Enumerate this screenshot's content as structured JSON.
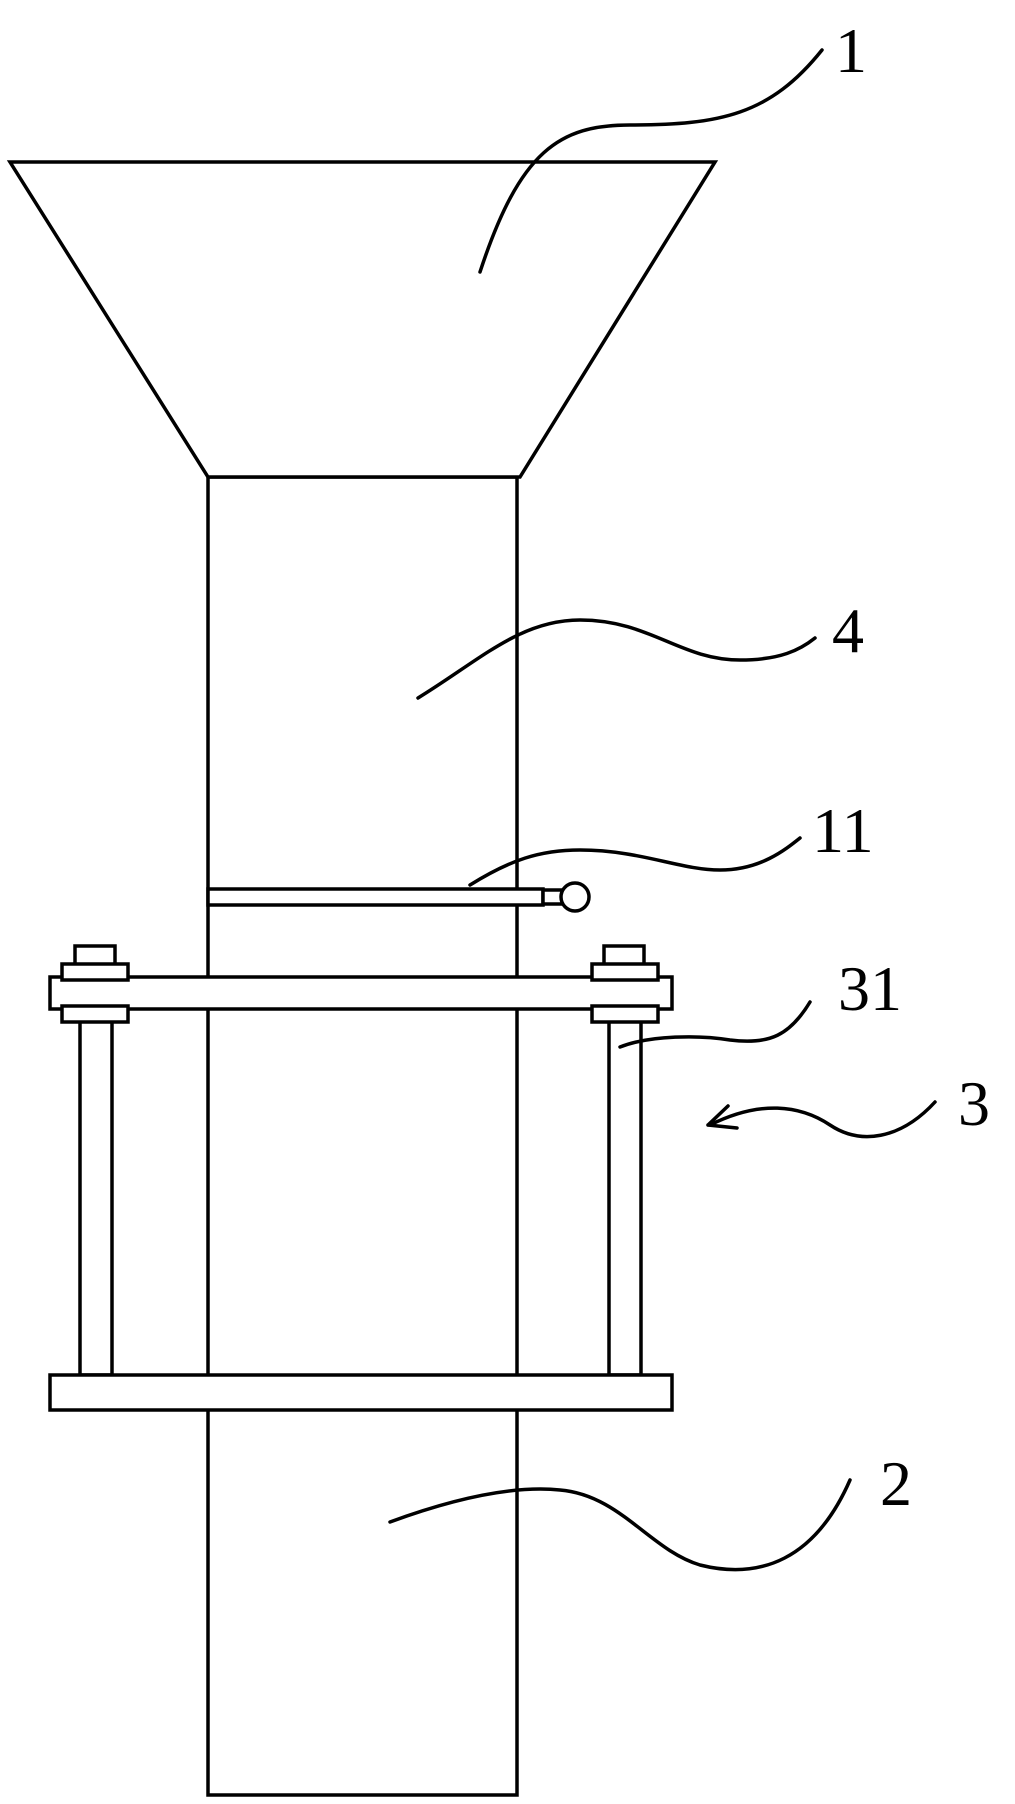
{
  "figure": {
    "labels": {
      "funnel": "1",
      "lower_pipe": "2",
      "clamp_assembly": "3",
      "upper_pipe": "4",
      "pin": "11",
      "bolt": "31"
    }
  }
}
